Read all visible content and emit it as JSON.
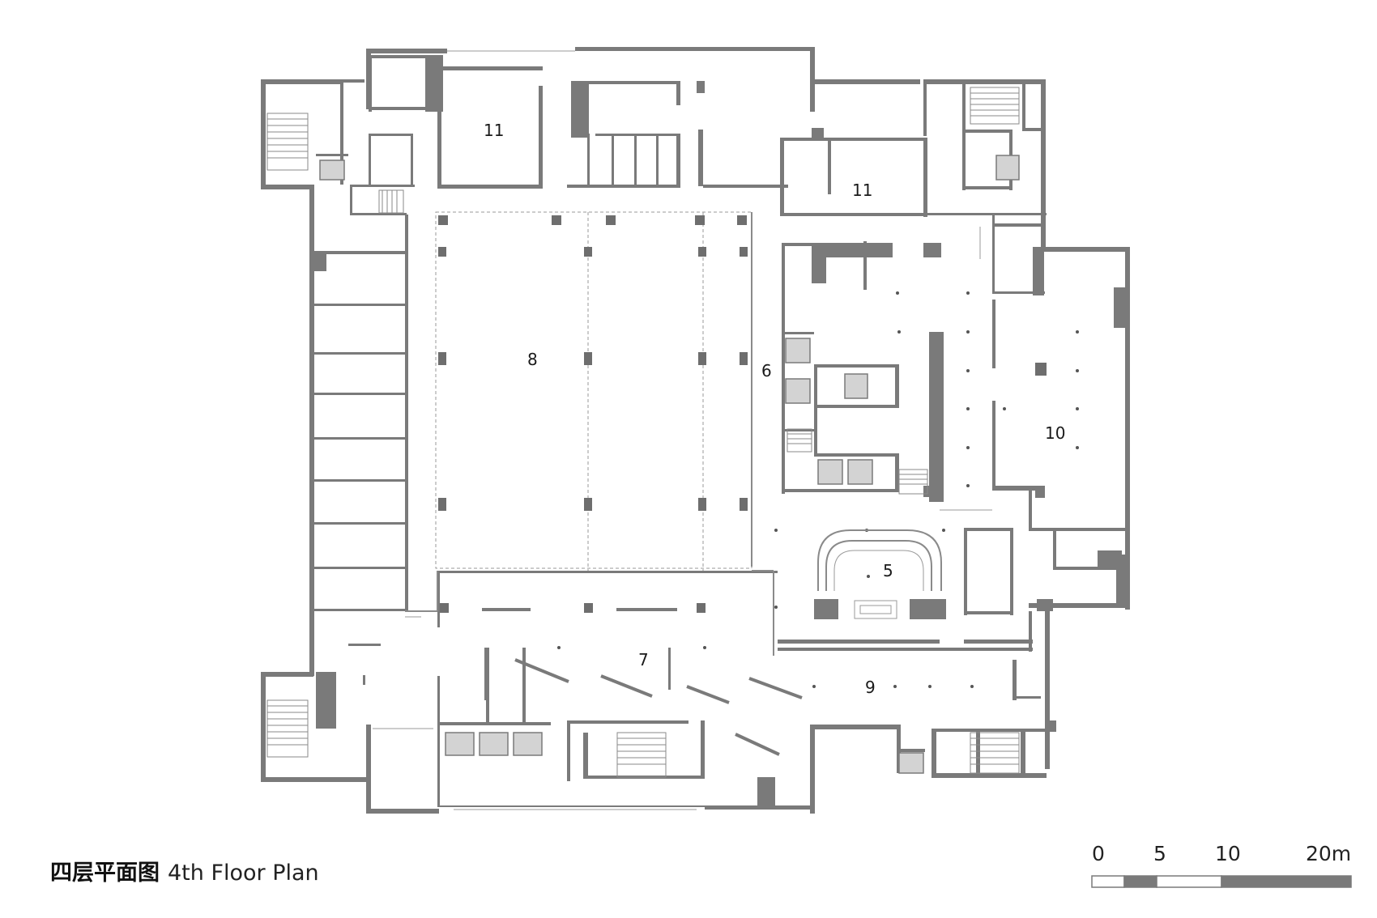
{
  "caption": {
    "chinese": "四层平面图",
    "english": "4th Floor Plan"
  },
  "scale_bar": {
    "labels": [
      "0",
      "5",
      "10",
      "20m"
    ],
    "segment_colors": [
      "#ffffff",
      "#7a7a7a",
      "#ffffff",
      "#7a7a7a"
    ]
  },
  "rooms": [
    {
      "id": "room-11-north",
      "label": "11"
    },
    {
      "id": "room-11-east",
      "label": "11"
    },
    {
      "id": "room-8",
      "label": "8"
    },
    {
      "id": "room-6",
      "label": "6"
    },
    {
      "id": "room-10",
      "label": "10"
    },
    {
      "id": "room-5",
      "label": "5"
    },
    {
      "id": "room-7",
      "label": "7"
    },
    {
      "id": "room-9",
      "label": "9"
    }
  ],
  "colors": {
    "wall": "#7a7a7a",
    "lift": "#d3d3d3",
    "background": "#ffffff"
  }
}
